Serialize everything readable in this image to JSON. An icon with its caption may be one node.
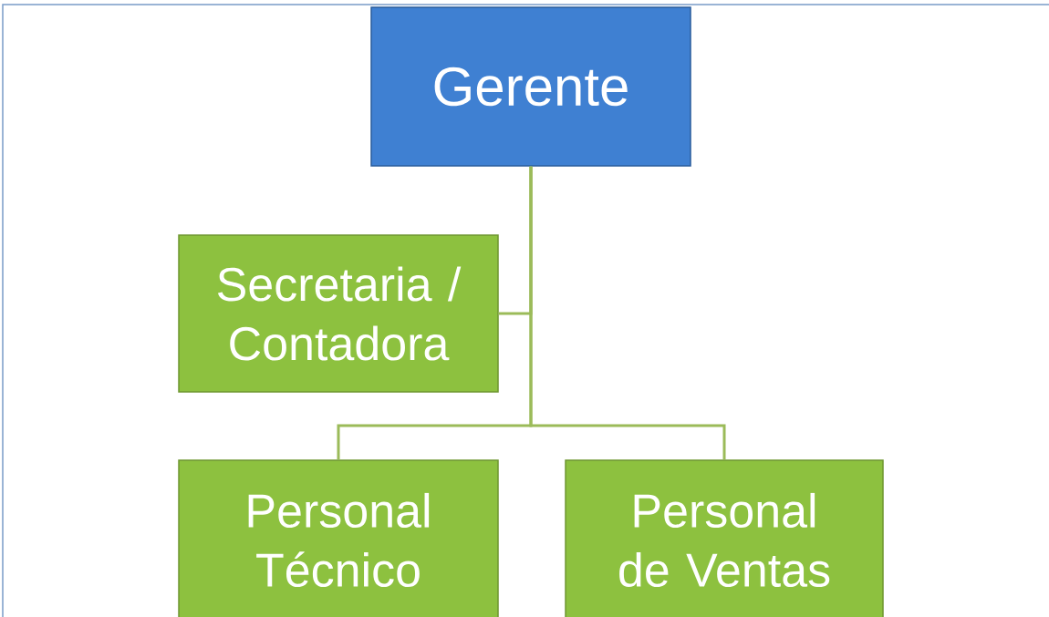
{
  "diagram": {
    "nodes": [
      {
        "text": [
          "Gerente"
        ]
      },
      {
        "text": [
          "Secretaria / Contadora"
        ]
      },
      {
        "text": [
          "Personal Técnico"
        ]
      },
      {
        "text": [
          "Personal de Ventas"
        ]
      }
    ],
    "edges": [
      {
        "from": 0,
        "to": 1,
        "arrow": "none"
      },
      {
        "from": 0,
        "to": 2,
        "arrow": "none"
      },
      {
        "from": 0,
        "to": 3,
        "arrow": "none"
      }
    ]
  }
}
